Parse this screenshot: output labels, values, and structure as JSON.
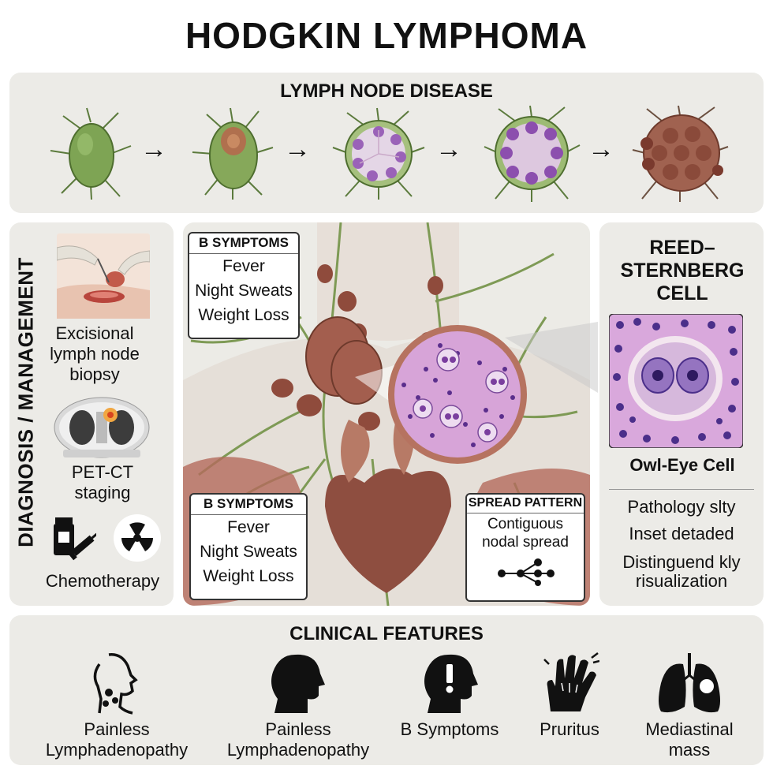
{
  "title": "HODGKIN LYMPHOMA",
  "lymph": {
    "title": "LYMPH NODE DISEASE"
  },
  "diagnosis": {
    "title": "DIAGNOSIS / MANAGEMENT",
    "items": [
      {
        "label": "Excisional lymph node biopsy",
        "lines": [
          "Excisional",
          "lymph node",
          "biopsy"
        ]
      },
      {
        "label": "PET-CT staging",
        "lines": [
          "PET-CT",
          "staging"
        ]
      },
      {
        "label": "Chemotherapy",
        "lines": [
          "Chemotherapy"
        ]
      }
    ]
  },
  "b_symptoms_top": {
    "title": "B SYMPTOMS",
    "items": [
      "Fever",
      "Night Sweats",
      "Weight Loss"
    ]
  },
  "b_symptoms_bottom": {
    "title": "B SYMPTOMS",
    "items": [
      "Fever",
      "Night Sweats",
      "Weight Loss"
    ]
  },
  "spread": {
    "title": "SPREAD PATTERN",
    "lines": [
      "Contiguous",
      "nodal spread"
    ]
  },
  "reed": {
    "title_lines": [
      "REED–",
      "STERNBERG",
      "CELL"
    ],
    "caption": "Owl-Eye Cell",
    "list": [
      "Pathology slty",
      "Inset detaded",
      "Distinguend kly",
      "risualization"
    ]
  },
  "clinical": {
    "title": "CLINICAL FEATURES",
    "items": [
      {
        "icon": "neck-lymph-icon",
        "lines": [
          "Painless",
          "Lymphadenopathy"
        ]
      },
      {
        "icon": "head-icon",
        "lines": [
          "Painless",
          "Lymphadenopathy"
        ]
      },
      {
        "icon": "head-alert-icon",
        "lines": [
          "B Symptoms"
        ]
      },
      {
        "icon": "scratching-hand-icon",
        "lines": [
          "Pruritus"
        ]
      },
      {
        "icon": "lungs-mass-icon",
        "lines": [
          "Mediastinal",
          "mass"
        ]
      }
    ]
  }
}
